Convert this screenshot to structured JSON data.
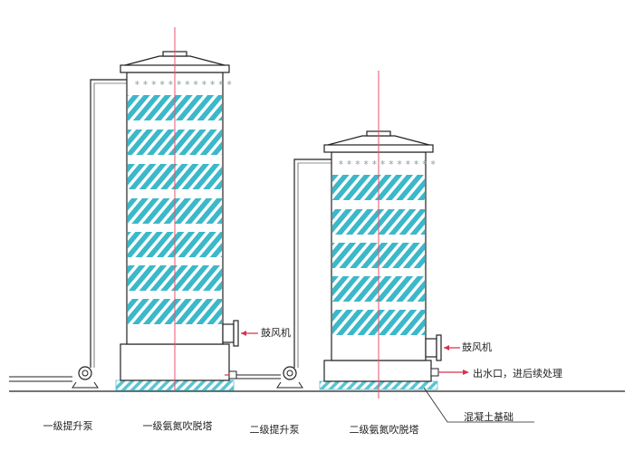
{
  "labels": {
    "pump1": "一级提升泵",
    "tower1": "一级氨氮吹脱塔",
    "pump2": "二级提升泵",
    "tower2": "二级氨氮吹脱塔",
    "blower1": "鼓风机",
    "blower2": "鼓风机",
    "outlet": "出水口，进后续处理",
    "foundation": "混凝土基础"
  },
  "colors": {
    "line": "#222222",
    "packing": "#3bb8c9",
    "foundation": "#5cc3d0",
    "axis": "#e8506e",
    "arrow": "#d8324f"
  },
  "towers": [
    {
      "name": "tower1",
      "packing_layers": 7
    },
    {
      "name": "tower2",
      "packing_layers": 5
    }
  ]
}
